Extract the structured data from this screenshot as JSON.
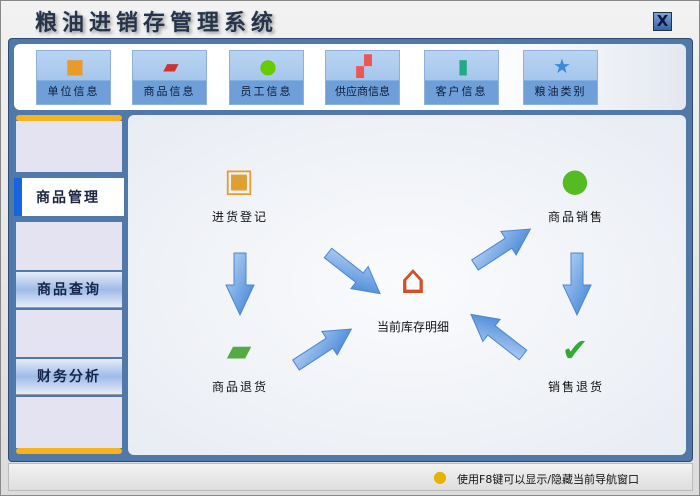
{
  "window": {
    "title": "粮油进销存管理系统",
    "close_label": "X"
  },
  "toolbar": [
    {
      "label": "单位信息",
      "icon": "building-icon",
      "glyph": "🏠",
      "color": "#e89a2a"
    },
    {
      "label": "商品信息",
      "icon": "book-icon",
      "glyph": "📖",
      "color": "#c23"
    },
    {
      "label": "员工信息",
      "icon": "person-icon",
      "glyph": "👤",
      "color": "#6c0"
    },
    {
      "label": "供应商信息",
      "icon": "chart-icon",
      "glyph": "📊",
      "color": "#39c"
    },
    {
      "label": "客户信息",
      "icon": "bar-chart-icon",
      "glyph": "▮",
      "color": "#2a8"
    },
    {
      "label": "粮油类别",
      "icon": "star-icon",
      "glyph": "★",
      "color": "#3a8ad8"
    }
  ],
  "sidebar": {
    "active": "商品管理",
    "items": [
      "商品查询",
      "财务分析"
    ]
  },
  "flow": {
    "purchase": "进货登记",
    "product_return": "商品退货",
    "inventory": "当前库存明细",
    "sales": "商品销售",
    "sales_return": "销售退货"
  },
  "status": {
    "text": "使用F8键可以显示/隐藏当前导航窗口"
  }
}
